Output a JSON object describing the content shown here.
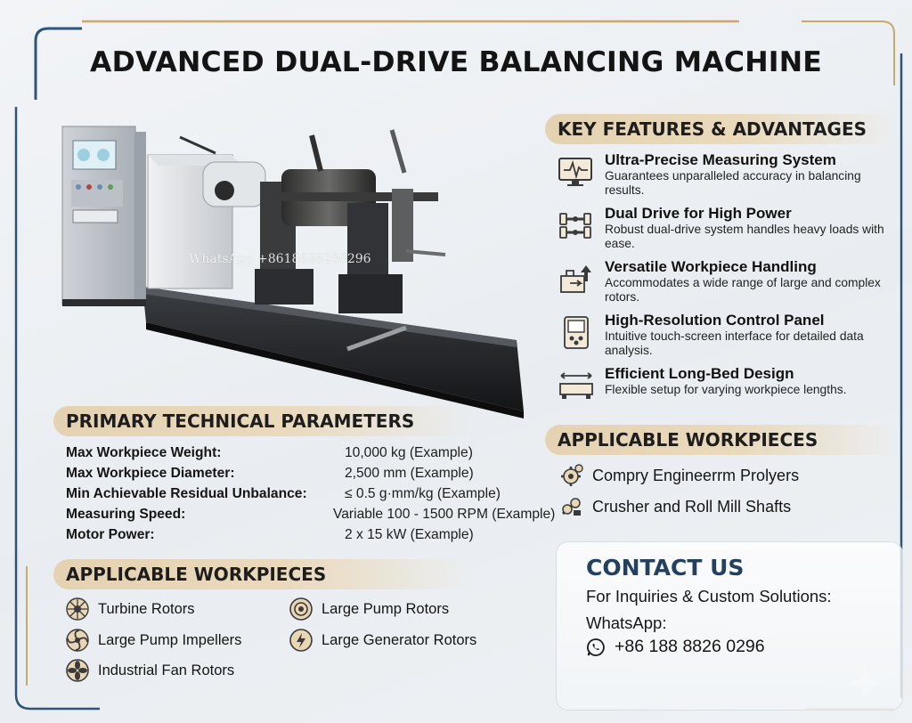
{
  "page": {
    "title": "ADVANCED DUAL-DRIVE BALANCING MACHINE",
    "watermark": "WhatsApp +8618888260296"
  },
  "features": {
    "heading": "KEY FEATURES & ADVANTAGES",
    "items": [
      {
        "title": "Ultra-Precise Measuring System",
        "desc": "Guarantees unparalleled accuracy in balancing results.",
        "icon": "monitor-waveform-icon"
      },
      {
        "title": "Dual Drive for High Power",
        "desc": "Robust dual-drive system handles heavy loads with ease.",
        "icon": "dual-drive-shaft-icon"
      },
      {
        "title": "Versatile Workpiece Handling",
        "desc": "Accommodates a wide range of large and complex rotors.",
        "icon": "workpiece-handling-icon"
      },
      {
        "title": "High-Resolution Control Panel",
        "desc": "Intuitive touch-screen interface for detailed data analysis.",
        "icon": "control-panel-icon"
      },
      {
        "title": "Efficient Long-Bed Design",
        "desc": "Flexible setup for varying workpiece lengths.",
        "icon": "long-bed-icon"
      }
    ]
  },
  "applicable_right": {
    "heading": "APPLICABLE WORKPIECES",
    "items": [
      {
        "label": "Compry Engineerrm Prolyers",
        "icon": "gear-cog-icon"
      },
      {
        "label": "Crusher and Roll Mill Shafts",
        "icon": "crusher-shaft-icon"
      }
    ]
  },
  "parameters": {
    "heading": "PRIMARY TECHNICAL PARAMETERS",
    "rows": [
      {
        "label": "Max Workpiece Weight:",
        "value": "10,000 kg (Example)"
      },
      {
        "label": "Max Workpiece Diameter:",
        "value": "2,500 mm (Example)"
      },
      {
        "label": "Min Achievable Residual Unbalance:",
        "value": "≤ 0.5 g·mm/kg (Example)"
      },
      {
        "label": "Measuring Speed:",
        "value": "Variable 100 - 1500 RPM (Example)"
      },
      {
        "label": "Motor Power:",
        "value": "2 x 15 kW (Example)"
      }
    ]
  },
  "applicable_left": {
    "heading": "APPLICABLE WORKPIECES",
    "items": [
      {
        "label": "Turbine Rotors",
        "icon": "turbine-rotor-icon"
      },
      {
        "label": "Large Pump Rotors",
        "icon": "pump-rotor-icon"
      },
      {
        "label": "Large Pump Impellers",
        "icon": "impeller-icon"
      },
      {
        "label": "Large Generator Rotors",
        "icon": "generator-rotor-icon"
      },
      {
        "label": "Industrial Fan Rotors",
        "icon": "fan-rotor-icon"
      }
    ]
  },
  "contact": {
    "heading": "CONTACT US",
    "line1": "For Inquiries & Custom Solutions:",
    "line2": "WhatsApp:",
    "phone": "+86 188 8826 0296",
    "icon": "whatsapp-icon"
  },
  "colors": {
    "banner": "#e6d3b3",
    "contact_title": "#23415e",
    "frame_gold": "#c9a96e",
    "frame_blue": "#2f5478"
  }
}
